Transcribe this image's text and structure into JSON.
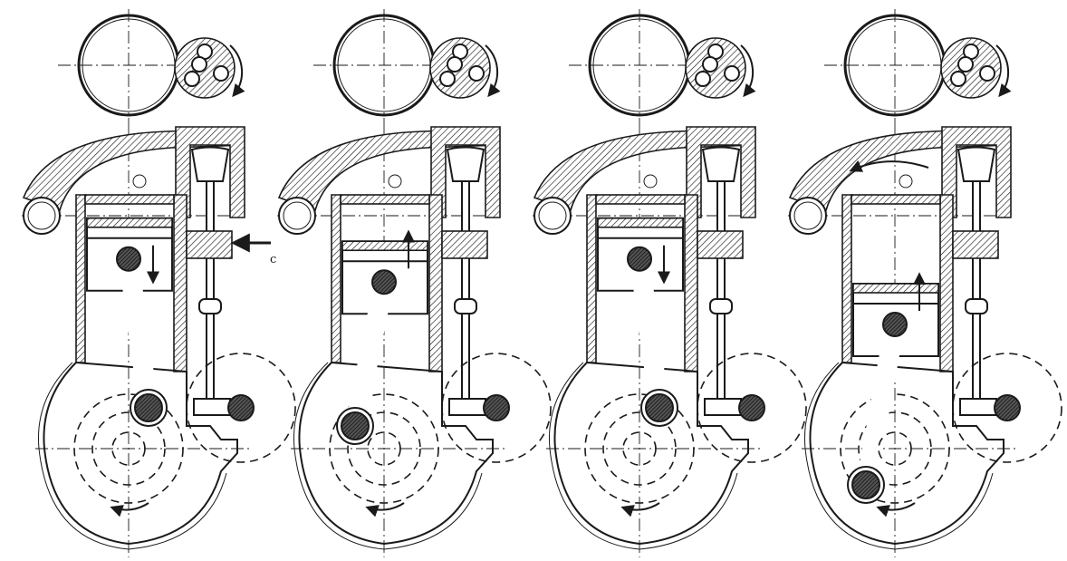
{
  "figure": {
    "annotation_port": "c"
  },
  "panels": [
    {
      "id": "stroke-1",
      "piston": 0.15,
      "crank": "upper",
      "piston_arrow": "down",
      "charge_arrow": "in"
    },
    {
      "id": "stroke-2",
      "piston": 0.45,
      "crank": "left",
      "piston_arrow": "up",
      "charge_arrow": "none"
    },
    {
      "id": "stroke-3",
      "piston": 0.15,
      "crank": "upper",
      "piston_arrow": "down",
      "charge_arrow": "none"
    },
    {
      "id": "stroke-4",
      "piston": 1.0,
      "crank": "lower",
      "piston_arrow": "up",
      "charge_arrow": "exhaust"
    }
  ],
  "colors": {
    "ink": "#1a1a1a",
    "paper": "#ffffff"
  }
}
